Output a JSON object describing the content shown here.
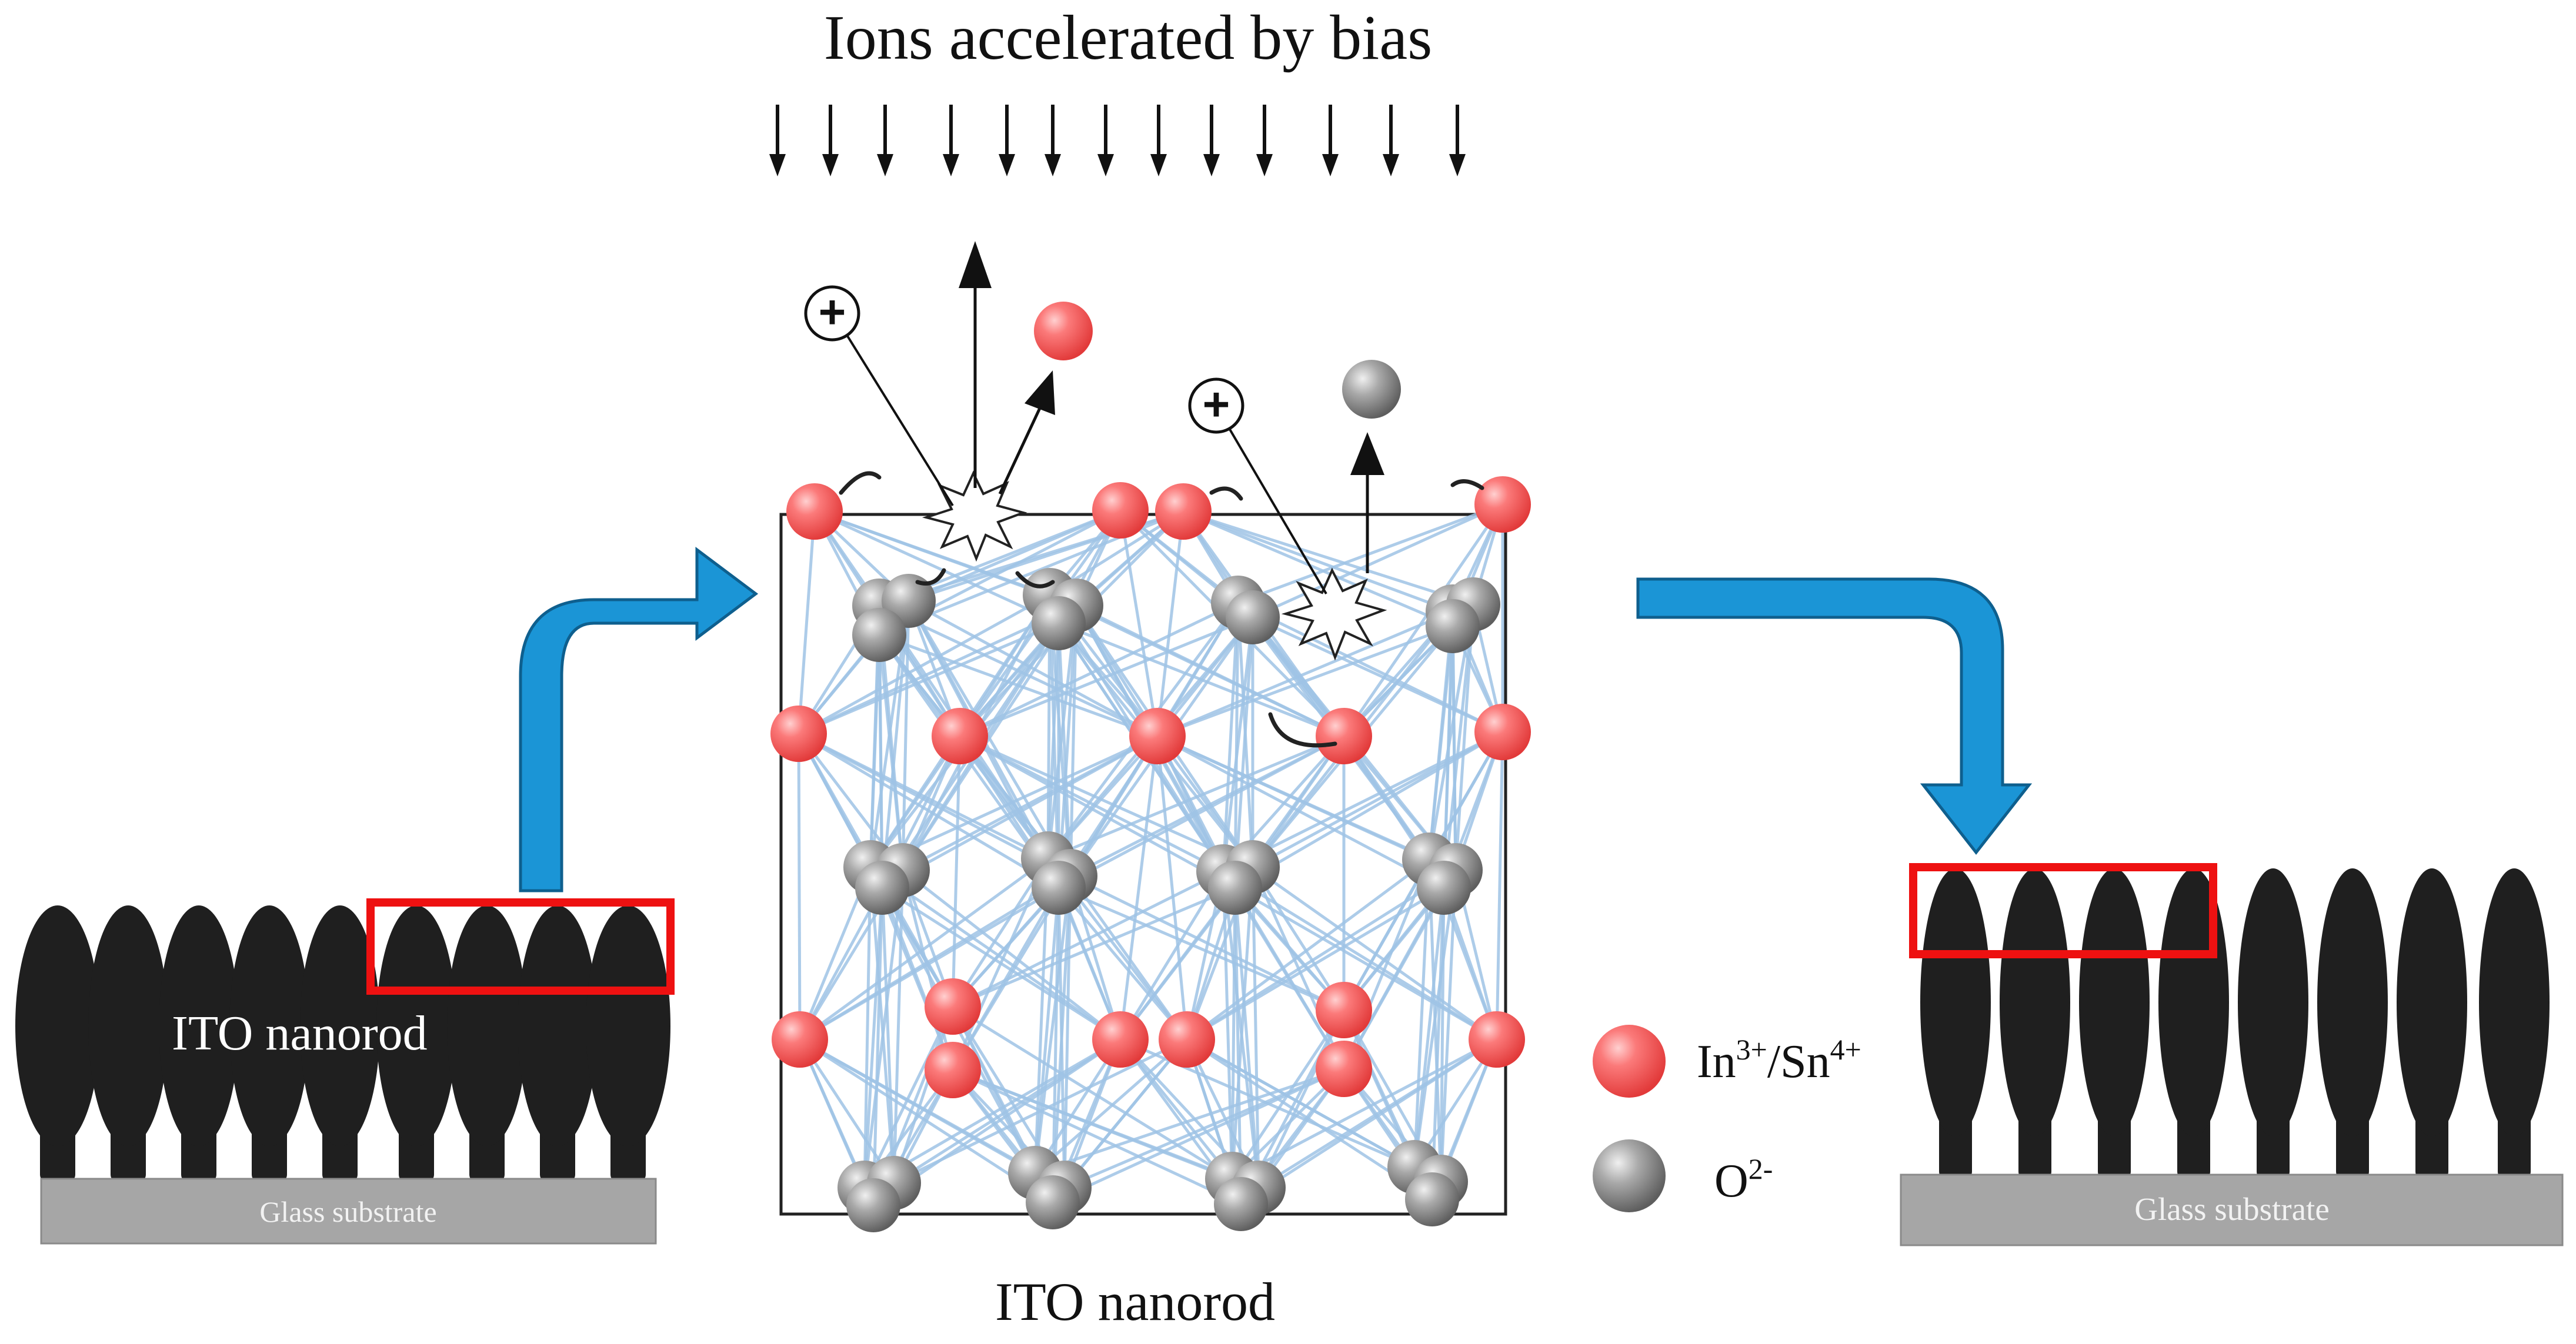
{
  "header": {
    "title": "Ions accelerated by bias"
  },
  "left_panel": {
    "rod_label": "ITO nanorod",
    "substrate_label": "Glass substrate"
  },
  "center_panel": {
    "caption": "ITO nanorod",
    "plus_symbol": "+"
  },
  "right_panel": {
    "substrate_label": "Glass substrate"
  },
  "legend": {
    "cation": {
      "base": "In",
      "sup1": "3+",
      "mid": "/Sn",
      "sup2": "4+"
    },
    "anion": {
      "base": "O",
      "sup": "2-"
    }
  },
  "colors": {
    "rod": "#1f1f1f",
    "substrate": "#a6a6a6",
    "highlight": "#ee1111",
    "flow_arrow": "#1b95d6",
    "cation": "#f15a5a",
    "anion": "#8a8a8a",
    "bond": "#9fc3e5"
  },
  "icons": [
    "down-arrow-icon",
    "plus-icon",
    "explosion-icon",
    "flow-arrow-icon"
  ]
}
